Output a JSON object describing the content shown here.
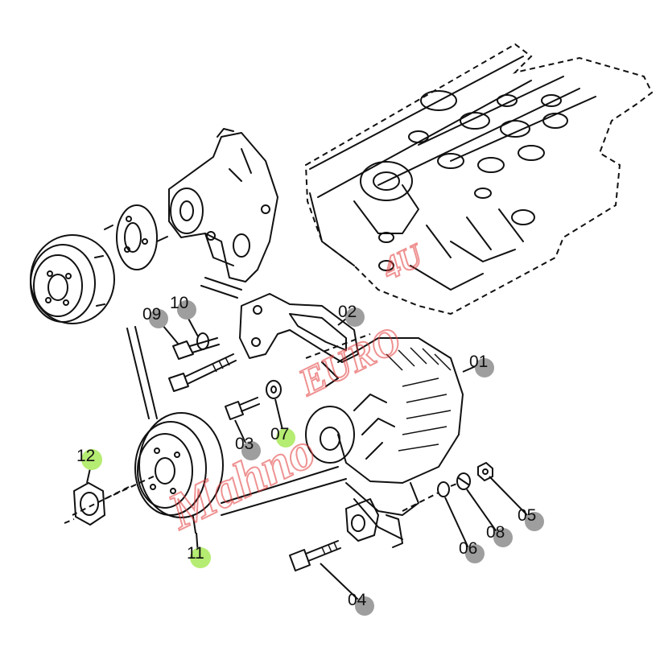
{
  "diagram": {
    "type": "exploded-parts-view",
    "subject": "engine alternator and fan belt assembly",
    "highlight_colors": {
      "gray": "#9e9e9e",
      "green": "#b5ec72"
    },
    "watermark_color": "#e23a3a",
    "callouts": [
      {
        "id": "01",
        "label": "01",
        "style": "gray"
      },
      {
        "id": "02",
        "label": "02",
        "style": "gray"
      },
      {
        "id": "03",
        "label": "03",
        "style": "gray"
      },
      {
        "id": "04",
        "label": "04",
        "style": "gray"
      },
      {
        "id": "05",
        "label": "05",
        "style": "gray"
      },
      {
        "id": "06",
        "label": "06",
        "style": "gray"
      },
      {
        "id": "07",
        "label": "07",
        "style": "green"
      },
      {
        "id": "08",
        "label": "08",
        "style": "gray"
      },
      {
        "id": "09",
        "label": "09",
        "style": "gray"
      },
      {
        "id": "10",
        "label": "10",
        "style": "gray"
      },
      {
        "id": "11",
        "label": "11",
        "style": "green"
      },
      {
        "id": "12",
        "label": "12",
        "style": "green"
      }
    ]
  }
}
